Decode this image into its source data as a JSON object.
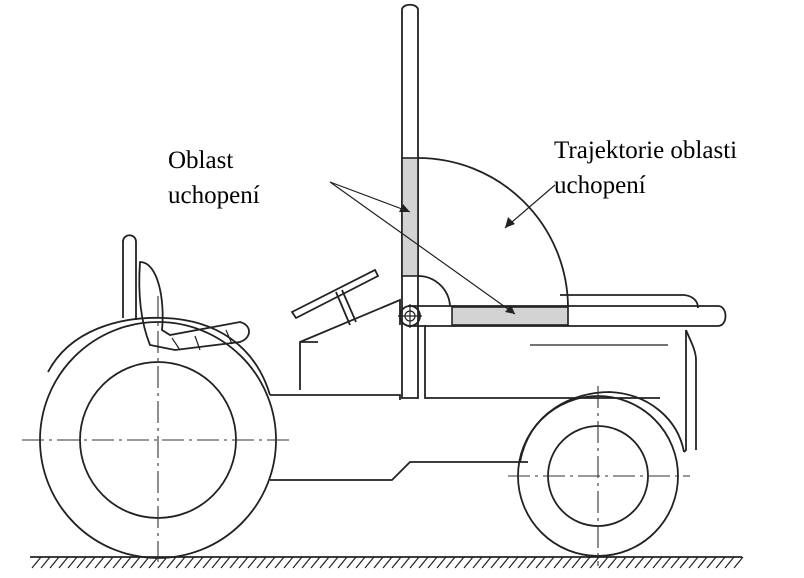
{
  "labels": {
    "grip_area_line1": "Oblast",
    "grip_area_line2": "uchopení",
    "trajectory_line1": "Trajektorie oblasti",
    "trajectory_line2": "uchopení"
  }
}
